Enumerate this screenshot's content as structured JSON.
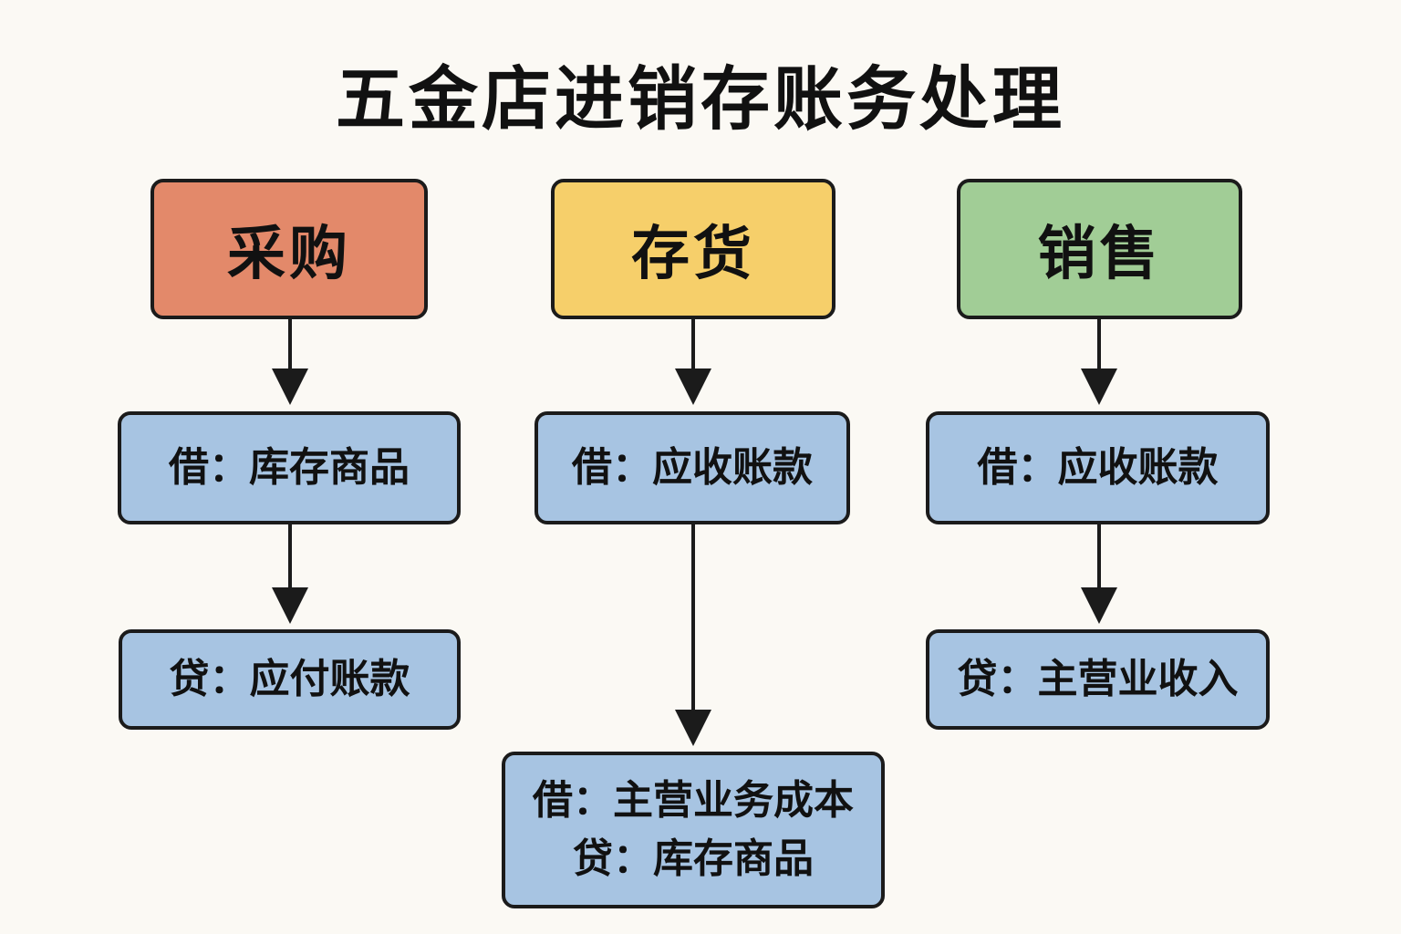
{
  "title": "五金店进销存账务处理",
  "colors": {
    "purchase": "#e3896a",
    "inventory": "#f6cf6a",
    "sales": "#a1cd96",
    "entry": "#a7c4e2",
    "border": "#1b1b1b",
    "background": "#fbf9f4"
  },
  "columns": {
    "purchase": {
      "header": "采购",
      "debit": "借：库存商品",
      "credit": "贷：应付账款"
    },
    "inventory": {
      "header": "存货",
      "debit": "借：应收账款",
      "cost_debit": "借：主营业务成本",
      "cost_credit": "贷：库存商品"
    },
    "sales": {
      "header": "销售",
      "debit": "借：应收账款",
      "credit": "贷：主营业收入"
    }
  }
}
